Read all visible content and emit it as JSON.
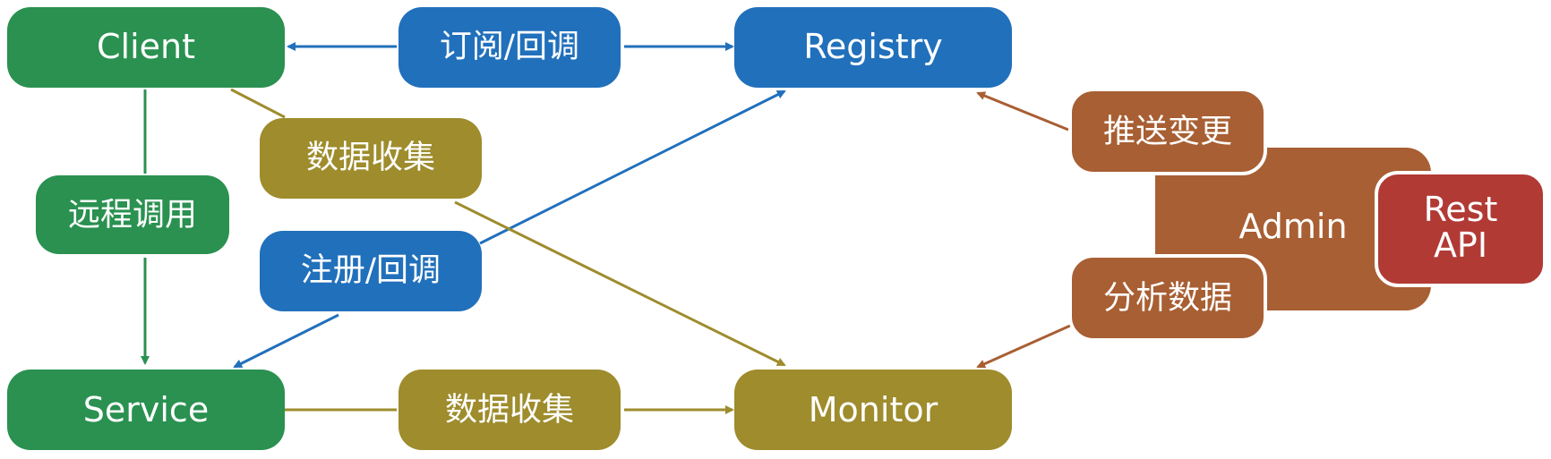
{
  "colors": {
    "green": "#2a9150",
    "blue": "#2170bb",
    "olive": "#9e8c2d",
    "orange": "#a85f33",
    "red": "#b13a35",
    "white": "#ffffff"
  },
  "nodes": {
    "client": "Client",
    "registry": "Registry",
    "service": "Service",
    "monitor": "Monitor",
    "admin": "Admin",
    "rest_api_line1": "Rest",
    "rest_api_line2": "API"
  },
  "edge_labels": {
    "subscribe_callback": "订阅/回调",
    "register_callback": "注册/回调",
    "remote_call": "远程调用",
    "data_collect_client": "数据收集",
    "data_collect_service": "数据收集",
    "push_change": "推送变更",
    "analyze_data": "分析数据"
  }
}
